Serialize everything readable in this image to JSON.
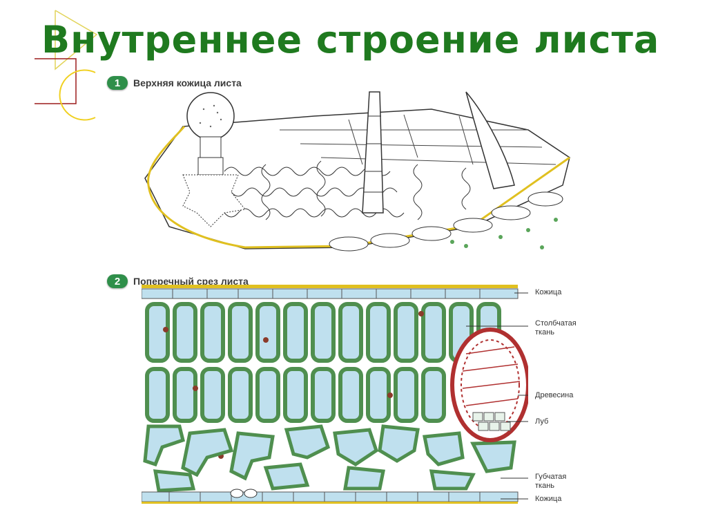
{
  "slide": {
    "title": "Внутреннее строение листа"
  },
  "panels": [
    {
      "number": "1",
      "label": "Верхняя кожица листа"
    },
    {
      "number": "2",
      "label": "Поперечный срез листа"
    }
  ],
  "labels": {
    "epidermis_top": "Кожица",
    "palisade_line1": "Столбчатая",
    "palisade_line2": "ткань",
    "xylem": "Древесина",
    "phloem": "Луб",
    "spongy_line1": "Губчатая",
    "spongy_line2": "ткань",
    "epidermis_bottom": "Кожица"
  },
  "colors": {
    "title": "#1f7a1f",
    "badge": "#2f8f4a",
    "cuticle": "#e0c020",
    "chloroplast": "#5aa55a",
    "cell_fill": "#bfe0ee",
    "xylem": "#b03030",
    "nucleus": "#8b3a2a"
  }
}
